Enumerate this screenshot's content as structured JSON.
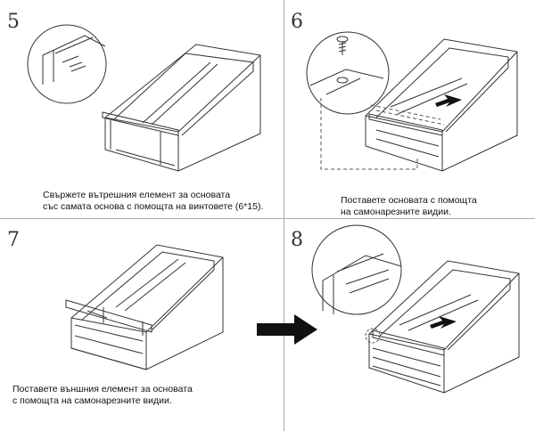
{
  "steps": [
    {
      "number": "5",
      "caption_lines": [
        "Свържете вътрешния елемент за основата",
        "със самата основа с помощта на винтовете (6*15)."
      ]
    },
    {
      "number": "6",
      "caption_lines": [
        "Поставете основата с помощта",
        "на самонарезните видии."
      ]
    },
    {
      "number": "7",
      "caption_lines": [
        "Поставете външния елемент за основата",
        "с помощта на самонарезните видии."
      ]
    },
    {
      "number": "8",
      "caption_lines": []
    }
  ],
  "colors": {
    "line": "#333333",
    "dash": "#555555",
    "arrow": "#111111"
  }
}
